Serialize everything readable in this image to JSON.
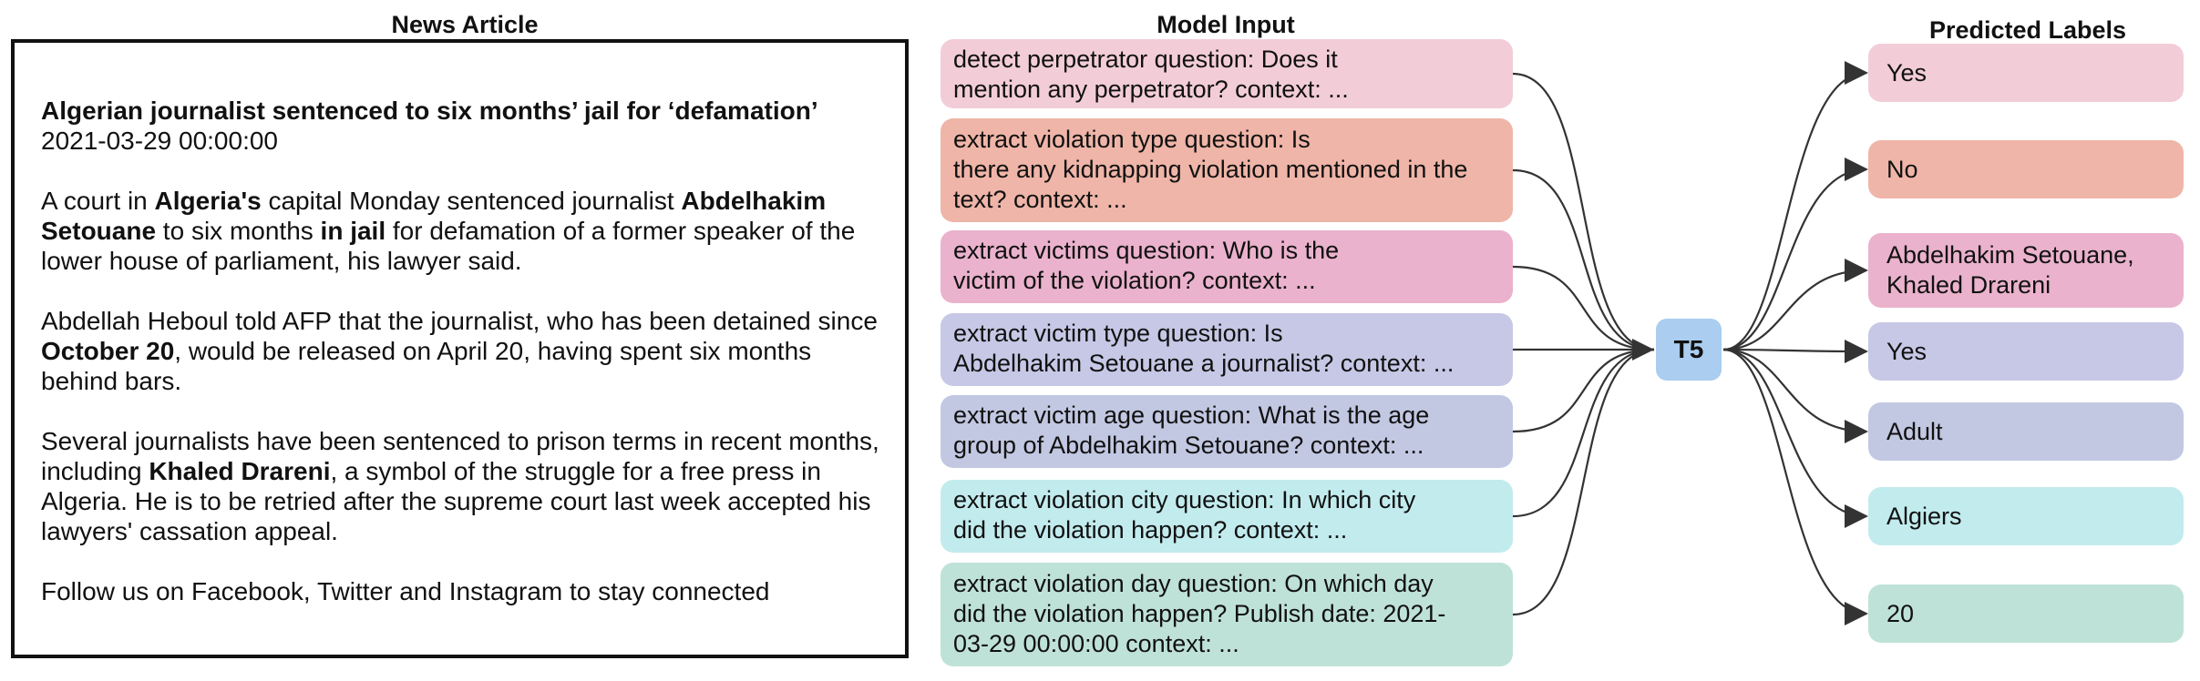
{
  "titles": {
    "article": "News Article",
    "input": "Model Input",
    "labels": "Predicted Labels"
  },
  "article": {
    "headline": "Algerian journalist sentenced to six months’ jail for ‘defamation’",
    "date": "2021-03-29 00:00:00",
    "p1": [
      {
        "t": "A court in ",
        "b": false
      },
      {
        "t": "Algeria's",
        "b": true
      },
      {
        "t": " capital Monday sentenced journalist ",
        "b": false
      },
      {
        "t": "Abdelhakim Setouane",
        "b": true
      },
      {
        "t": " to six months ",
        "b": false
      },
      {
        "t": "in jail",
        "b": true
      },
      {
        "t": " for defamation of a former speaker of the lower house of parliament, his lawyer said.",
        "b": false
      }
    ],
    "p2": [
      {
        "t": "Abdellah Heboul told AFP that the journalist, who has been detained since ",
        "b": false
      },
      {
        "t": "October 20",
        "b": true
      },
      {
        "t": ", would be released on April 20, having spent six months behind bars.",
        "b": false
      }
    ],
    "p3": [
      {
        "t": "Several journalists have been sentenced to prison terms in recent months, including ",
        "b": false
      },
      {
        "t": "Khaled Drareni",
        "b": true
      },
      {
        "t": ", a symbol of the struggle for a free press in Algeria. He is to be retried after the supreme court last week accepted his lawyers' cassation appeal.",
        "b": false
      }
    ],
    "footer": "Follow us on Facebook, Twitter and Instagram to stay connected"
  },
  "model": {
    "label": "T5",
    "color": "#aacdf0"
  },
  "inputs": [
    {
      "lines": [
        "detect perpetrator question: Does it",
        "mention any perpetrator? context: ..."
      ],
      "color": "#f2cdd8"
    },
    {
      "lines": [
        "extract violation type question: Is",
        "there any kidnapping violation mentioned in the",
        "text? context: ..."
      ],
      "color": "#efb5a8"
    },
    {
      "lines": [
        "extract victims question: Who is the",
        "victim of the violation? context: ..."
      ],
      "color": "#eab2cc"
    },
    {
      "lines": [
        "extract victim type question: Is",
        "Abdelhakim Setouane a journalist? context: ..."
      ],
      "color": "#c7c8e6"
    },
    {
      "lines": [
        "extract victim age question: What is the age",
        "group of Abdelhakim Setouane? context: ..."
      ],
      "color": "#c2c8e2"
    },
    {
      "lines": [
        "extract violation city question: In which city",
        "did the violation happen? context: ..."
      ],
      "color": "#c2ebee"
    },
    {
      "lines": [
        "extract violation day question: On which day",
        "did the violation happen? Publish date: 2021-",
        "03-29 00:00:00 context: ..."
      ],
      "color": "#bfe2d8"
    }
  ],
  "labels": [
    {
      "lines": [
        "Yes"
      ],
      "color": "#f2cdd8"
    },
    {
      "lines": [
        "No"
      ],
      "color": "#efb5a8"
    },
    {
      "lines": [
        "Abdelhakim Setouane,",
        "Khaled Drareni"
      ],
      "color": "#eab2cc"
    },
    {
      "lines": [
        "Yes"
      ],
      "color": "#c7c8e6"
    },
    {
      "lines": [
        "Adult"
      ],
      "color": "#c2c8e2"
    },
    {
      "lines": [
        "Algiers"
      ],
      "color": "#c2ebee"
    },
    {
      "lines": [
        "20"
      ],
      "color": "#bfe2d8"
    }
  ]
}
